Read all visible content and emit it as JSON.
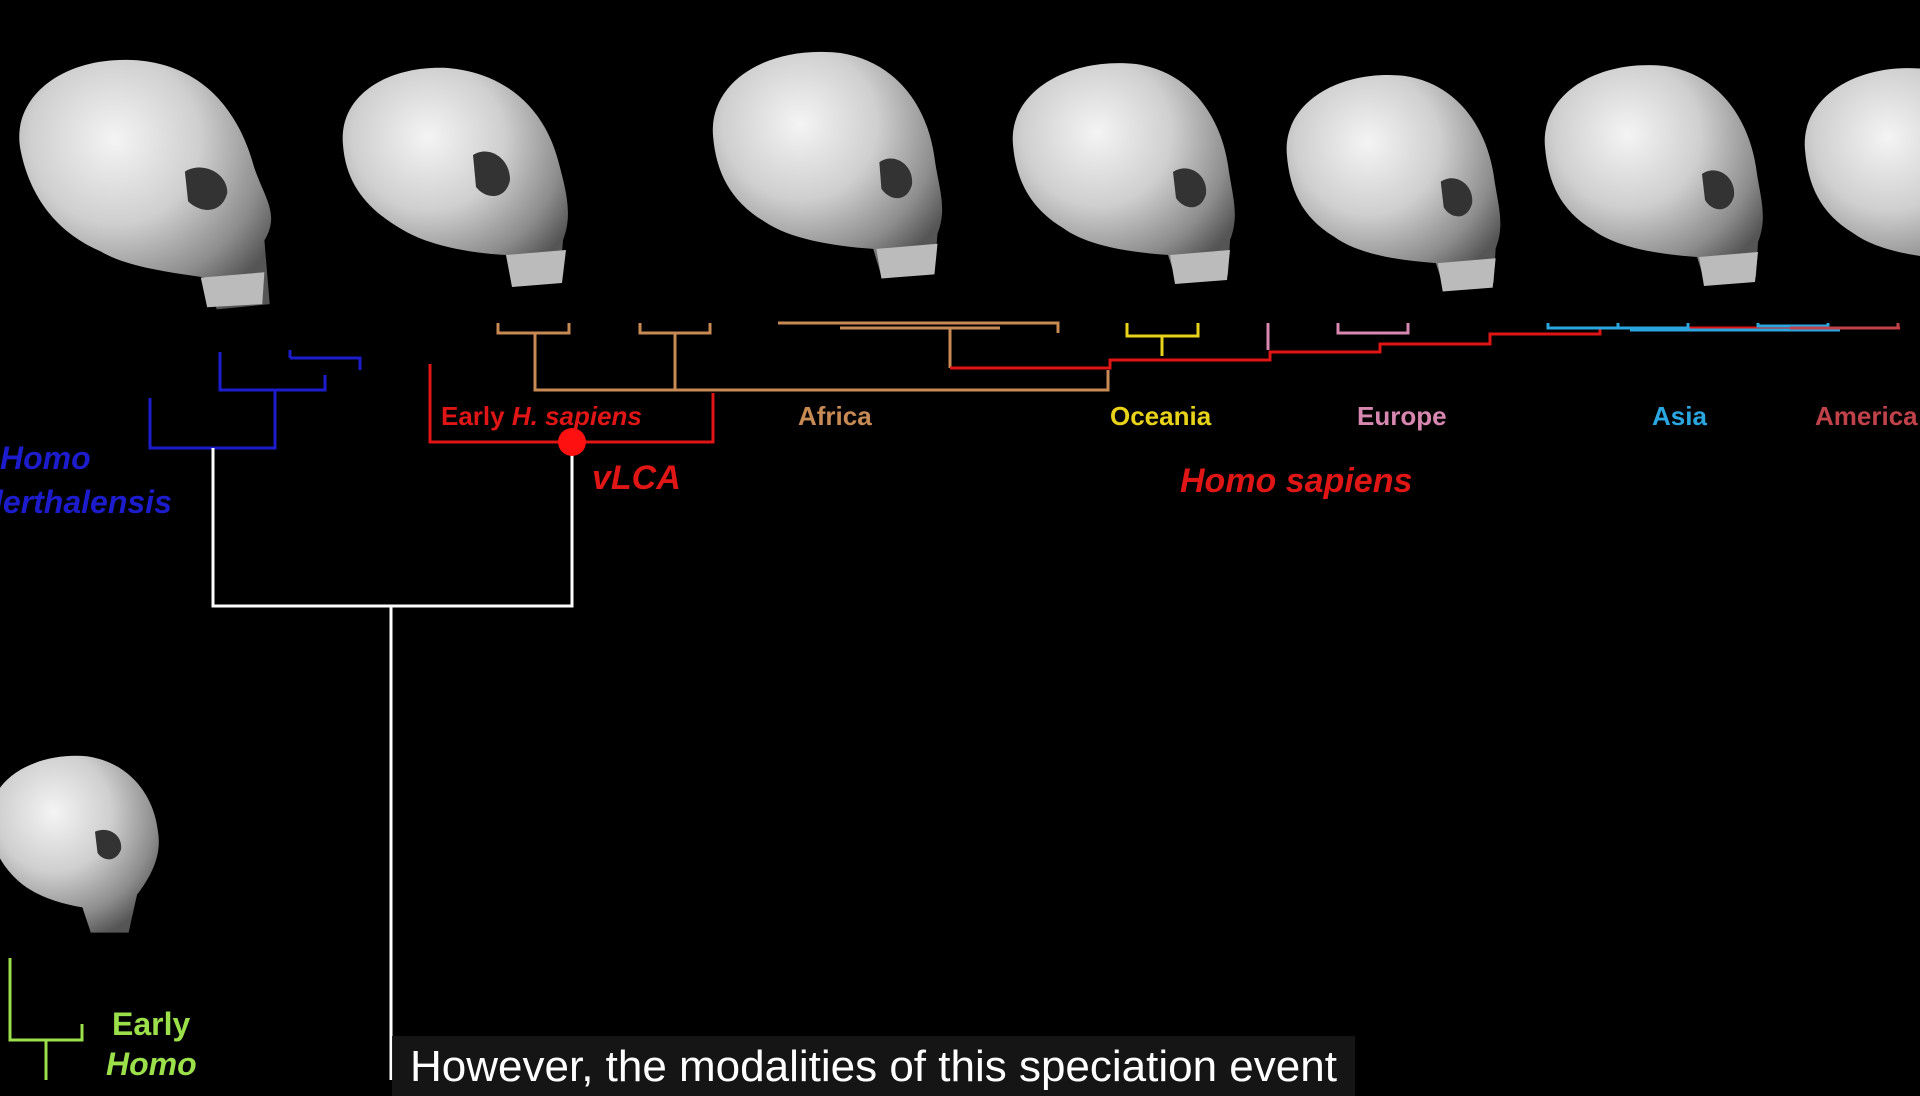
{
  "diagram": {
    "labels": {
      "homo_line1": "Homo",
      "homo_line2": "lerthalensis",
      "early_prefix": "Early ",
      "early_italic": "H. sapiens",
      "vlca": "vLCA",
      "africa": "Africa",
      "oceania": "Oceania",
      "europe": "Europe",
      "asia": "Asia",
      "america": "America",
      "homo_sapiens": "Homo sapiens",
      "early_homo_line1": "Early",
      "early_homo_line2": "Homo"
    },
    "colors": {
      "background": "#000000",
      "neanderthal": "#1c1ccc",
      "sapiens": "#e01515",
      "africa": "#c88a55",
      "oceania": "#e8d21a",
      "europe": "#d887b0",
      "asia": "#2aa6e0",
      "america": "#c0424a",
      "early_homo": "#9be04a",
      "trunk": "#ffffff",
      "skull": "#cfcfcf"
    },
    "icons": [
      "skull-icon"
    ]
  },
  "caption": {
    "text": "However, the modalities of this speciation event"
  }
}
